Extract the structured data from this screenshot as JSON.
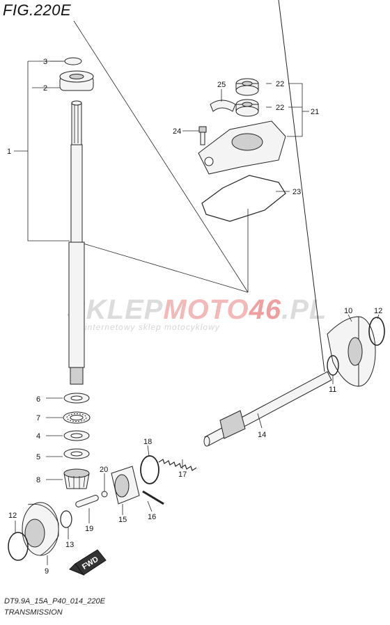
{
  "figure": {
    "title": "FIG.220E",
    "code": "DT9.9A_15A_P40_014_220E",
    "name": "TRANSMISSION"
  },
  "watermark": {
    "brand_a": "SKLEP",
    "brand_b": "MOTO",
    "brand_c": "46",
    "brand_d": ".PL",
    "tagline": "internetowy sklep motocyklowy",
    "color_gray": "#d9d9d9",
    "color_red": "#f3b8b8"
  },
  "badge": {
    "label": "FWD"
  },
  "callouts": {
    "c1": "1",
    "c2": "2",
    "c3": "3",
    "c4": "4",
    "c5": "5",
    "c6": "6",
    "c7": "7",
    "c8": "8",
    "c9": "9",
    "c10": "10",
    "c11": "11",
    "c12a": "12",
    "c12b": "12",
    "c13": "13",
    "c14": "14",
    "c15": "15",
    "c16": "16",
    "c17": "17",
    "c18": "18",
    "c19": "19",
    "c20": "20",
    "c21": "21",
    "c22a": "22",
    "c22b": "22",
    "c23": "23",
    "c24": "24",
    "c25": "25"
  }
}
